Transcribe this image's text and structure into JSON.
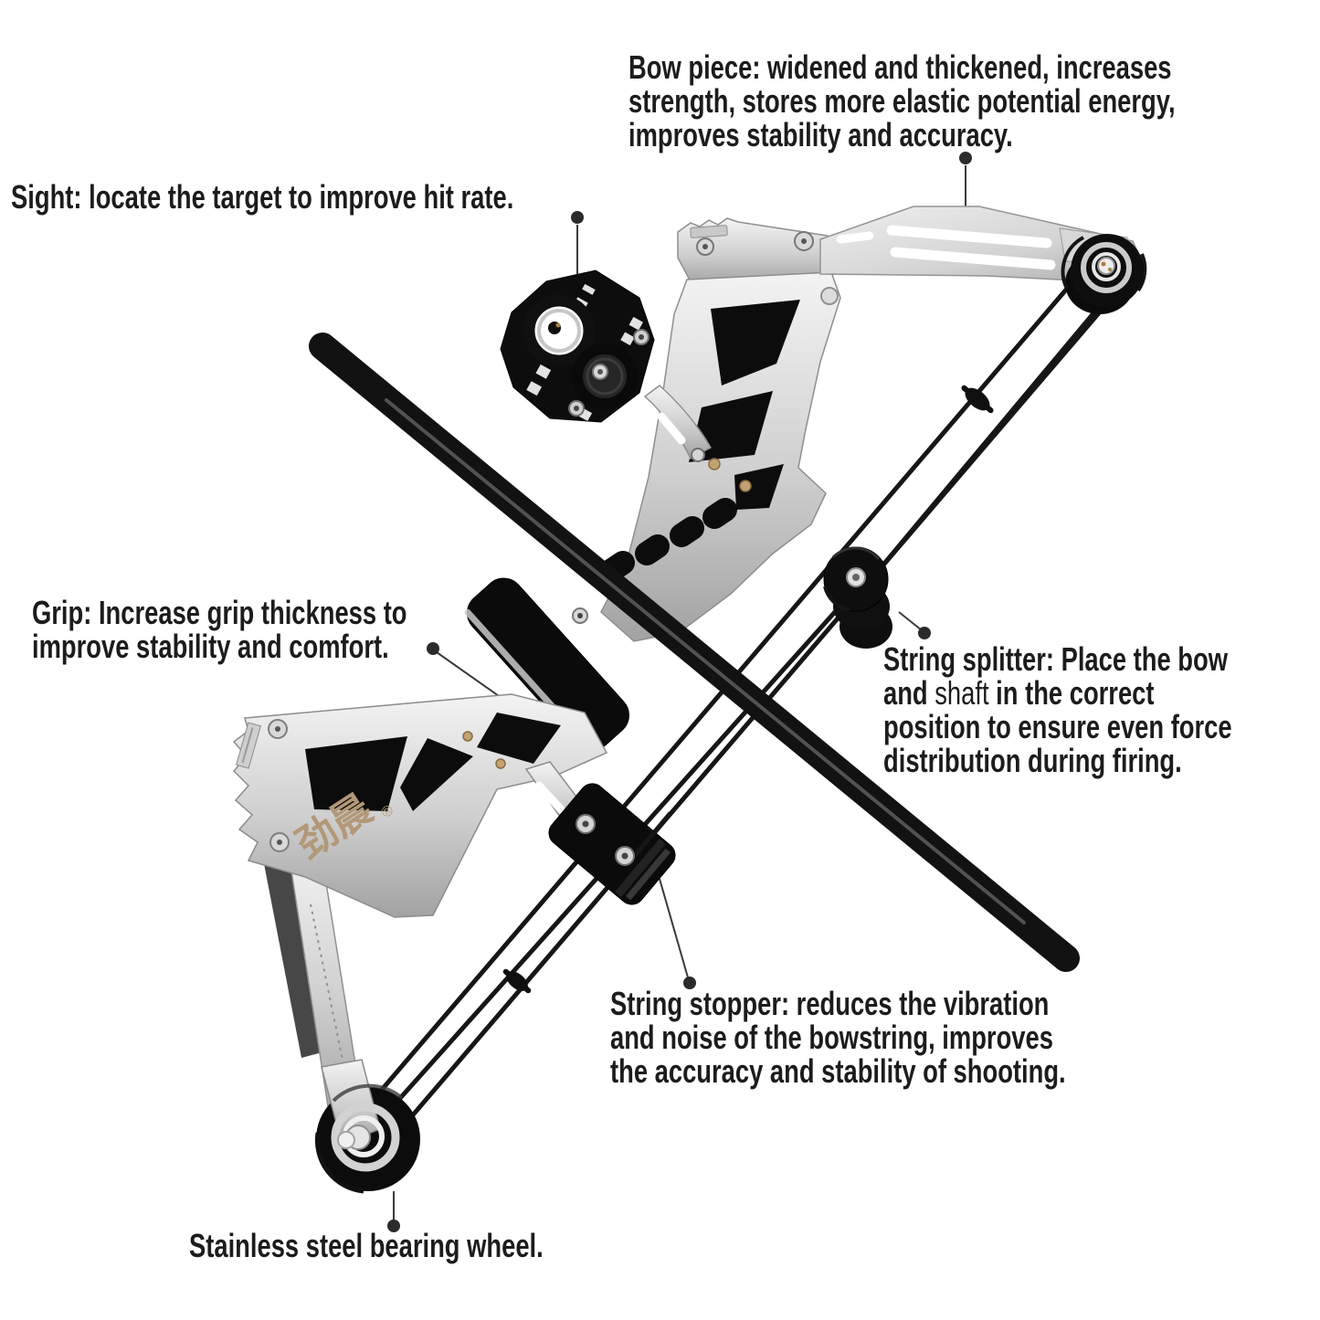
{
  "annotations": {
    "bow_piece": {
      "lines": [
        "Bow piece: widened and thickened, increases",
        "strength, stores more elastic potential energy,",
        "improves stability and accuracy."
      ]
    },
    "sight": {
      "lines": [
        "Sight: locate the target to improve hit rate."
      ]
    },
    "grip": {
      "lines": [
        "Grip: Increase grip thickness to",
        "improve stability and comfort."
      ]
    },
    "string_splitter": {
      "line1": "String splitter: Place the bow",
      "line2_bold_start": "and",
      "line2_light": "shaft",
      "line2_bold_end": "in the correct",
      "line3": "position to ensure even force",
      "line4": "distribution during firing."
    },
    "string_stopper": {
      "lines": [
        "String stopper: reduces the vibration",
        "and noise of the bowstring, improves",
        "the accuracy and stability of shooting."
      ]
    },
    "bearing_wheel": {
      "lines": [
        "Stainless steel bearing wheel."
      ]
    }
  },
  "figure": {
    "brand_logo": "劲晨",
    "brand_mark": "®",
    "colors": {
      "logo_bronze": "#b29878",
      "metal_light": "#ececec",
      "metal_dark": "#9c9c9c",
      "black_part": "#0d0d0d",
      "string": "#161616",
      "annotation_text": "#1c1c1c",
      "leader": "#3a3a3a"
    }
  }
}
